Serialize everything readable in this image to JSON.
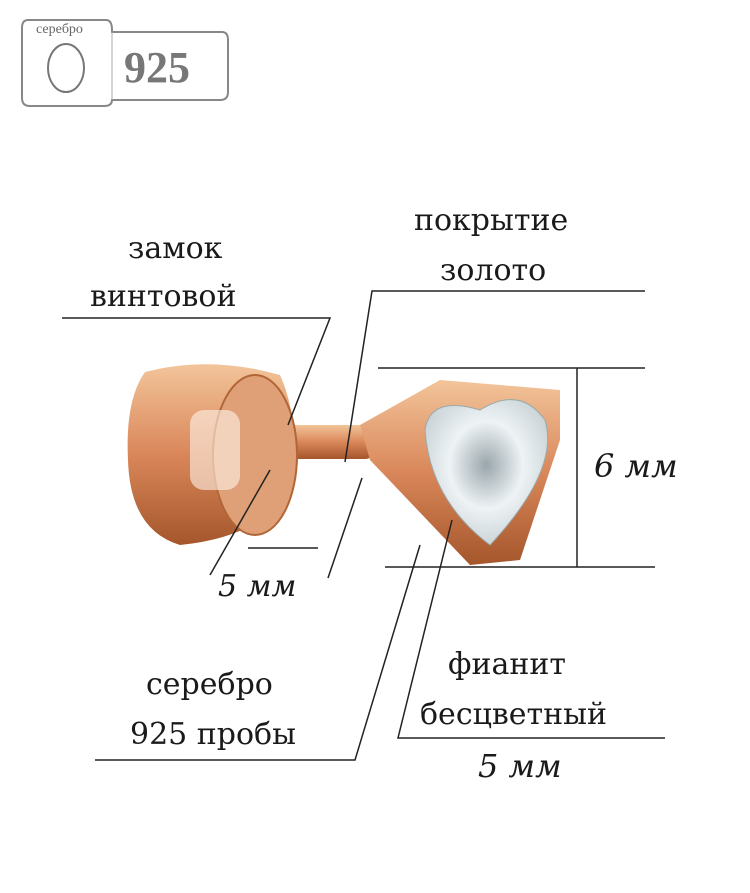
{
  "hallmark": {
    "metal": "серебро",
    "fineness": "925"
  },
  "labels": {
    "lock_line1": "замок",
    "lock_line2": "винтовой",
    "coating_line1": "покрытие",
    "coating_line2": "золото",
    "height": "6 мм",
    "post_size": "5 мм",
    "material_line1": "серебро",
    "material_line2": "925 пробы",
    "stone_line1": "фианит",
    "stone_line2": "бесцветный",
    "stone_size": "5 мм"
  },
  "colors": {
    "gold": "#d9935e",
    "gold_dark": "#a85a2c",
    "stone": "#dfe7ea"
  }
}
